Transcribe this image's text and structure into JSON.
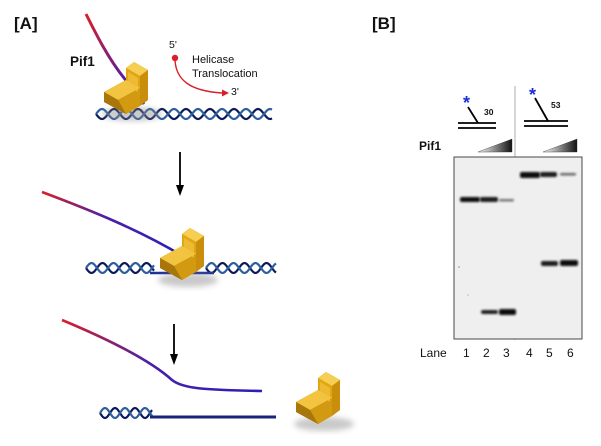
{
  "panel_a": {
    "label": "[A]",
    "protein_label": "Pif1",
    "five_prime": "5'",
    "three_prime": "3'",
    "translocation_line1": "Helicase",
    "translocation_line2": "Translocation"
  },
  "panel_b": {
    "label": "[B]",
    "protein_label": "Pif1",
    "substrate_left_label": "30",
    "substrate_right_label": "53",
    "lane_prefix": "Lane",
    "lanes": [
      "1",
      "2",
      "3",
      "4",
      "5",
      "6"
    ],
    "star": "*"
  },
  "colors": {
    "ssdna_red": "#d8202a",
    "ssdna_blue": "#2a1fb8",
    "duplex_dark": "#0c1a5a",
    "duplex_light": "#2d5f9e",
    "helicase_gold": "#e0a10c",
    "star_blue": "#1b2fd6",
    "arrow_red": "#d8202a",
    "gel_bg": "#ececec"
  }
}
